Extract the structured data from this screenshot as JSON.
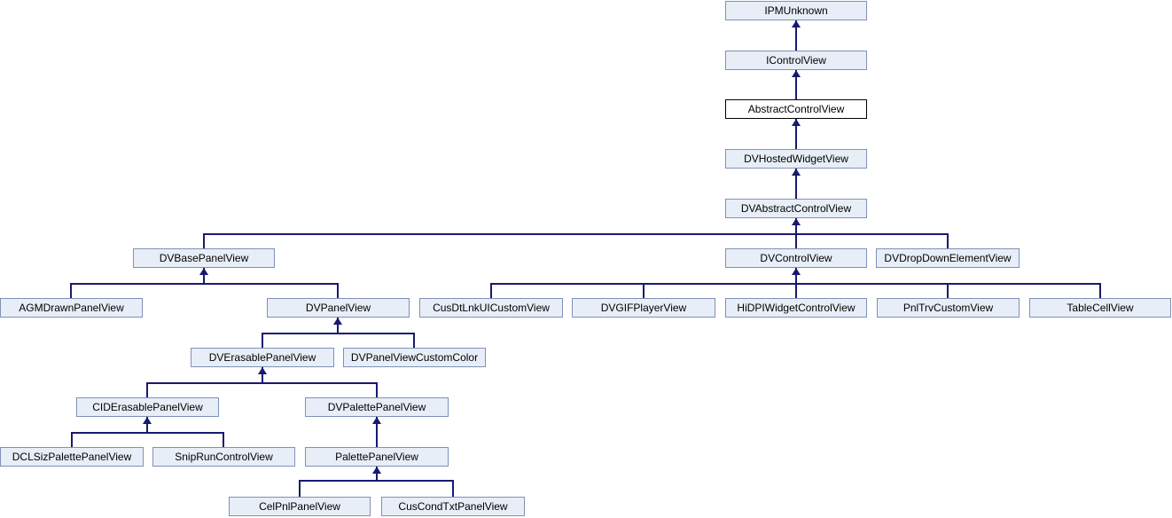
{
  "diagram": {
    "title": "Class inheritance diagram",
    "current_node": "AbstractControlView",
    "colors": {
      "background": "#ffffff",
      "node_fill": "#e8eef7",
      "node_border": "#8090b8",
      "current_node_fill": "#ffffff",
      "current_node_border": "#000000",
      "edge": "#191970",
      "text": "#000000"
    },
    "nodes": {
      "IPMUnknown": {
        "label": "IPMUnknown"
      },
      "IControlView": {
        "label": "IControlView"
      },
      "AbstractControlView": {
        "label": "AbstractControlView"
      },
      "DVHostedWidgetView": {
        "label": "DVHostedWidgetView"
      },
      "DVAbstractControlView": {
        "label": "DVAbstractControlView"
      },
      "DVBasePanelView": {
        "label": "DVBasePanelView"
      },
      "DVControlView": {
        "label": "DVControlView"
      },
      "DVDropDownElementView": {
        "label": "DVDropDownElementView"
      },
      "AGMDrawnPanelView": {
        "label": "AGMDrawnPanelView"
      },
      "DVPanelView": {
        "label": "DVPanelView"
      },
      "CusDtLnkUICustomView": {
        "label": "CusDtLnkUICustomView"
      },
      "DVGIFPlayerView": {
        "label": "DVGIFPlayerView"
      },
      "HiDPIWidgetControlView": {
        "label": "HiDPIWidgetControlView"
      },
      "PnlTrvCustomView": {
        "label": "PnlTrvCustomView"
      },
      "TableCellView": {
        "label": "TableCellView"
      },
      "DVErasablePanelView": {
        "label": "DVErasablePanelView"
      },
      "DVPanelViewCustomColor": {
        "label": "DVPanelViewCustomColor"
      },
      "CIDErasablePanelView": {
        "label": "CIDErasablePanelView"
      },
      "DVPalettePanelView": {
        "label": "DVPalettePanelView"
      },
      "DCLSizPalettePanelView": {
        "label": "DCLSizPalettePanelView"
      },
      "SnipRunControlView": {
        "label": "SnipRunControlView"
      },
      "PalettePanelView": {
        "label": "PalettePanelView"
      },
      "CelPnlPanelView": {
        "label": "CelPnlPanelView"
      },
      "CusCondTxtPanelView": {
        "label": "CusCondTxtPanelView"
      }
    },
    "edges": [
      {
        "child": "IControlView",
        "parent": "IPMUnknown"
      },
      {
        "child": "AbstractControlView",
        "parent": "IControlView"
      },
      {
        "child": "DVHostedWidgetView",
        "parent": "AbstractControlView"
      },
      {
        "child": "DVAbstractControlView",
        "parent": "DVHostedWidgetView"
      },
      {
        "child": "DVBasePanelView",
        "parent": "DVAbstractControlView"
      },
      {
        "child": "DVControlView",
        "parent": "DVAbstractControlView"
      },
      {
        "child": "DVDropDownElementView",
        "parent": "DVAbstractControlView"
      },
      {
        "child": "AGMDrawnPanelView",
        "parent": "DVBasePanelView"
      },
      {
        "child": "DVPanelView",
        "parent": "DVBasePanelView"
      },
      {
        "child": "CusDtLnkUICustomView",
        "parent": "DVControlView"
      },
      {
        "child": "DVGIFPlayerView",
        "parent": "DVControlView"
      },
      {
        "child": "HiDPIWidgetControlView",
        "parent": "DVControlView"
      },
      {
        "child": "PnlTrvCustomView",
        "parent": "DVControlView"
      },
      {
        "child": "TableCellView",
        "parent": "DVControlView"
      },
      {
        "child": "DVErasablePanelView",
        "parent": "DVPanelView"
      },
      {
        "child": "DVPanelViewCustomColor",
        "parent": "DVPanelView"
      },
      {
        "child": "CIDErasablePanelView",
        "parent": "DVErasablePanelView"
      },
      {
        "child": "DVPalettePanelView",
        "parent": "DVErasablePanelView"
      },
      {
        "child": "DCLSizPalettePanelView",
        "parent": "CIDErasablePanelView"
      },
      {
        "child": "SnipRunControlView",
        "parent": "CIDErasablePanelView"
      },
      {
        "child": "PalettePanelView",
        "parent": "DVPalettePanelView"
      },
      {
        "child": "CelPnlPanelView",
        "parent": "PalettePanelView"
      },
      {
        "child": "CusCondTxtPanelView",
        "parent": "PalettePanelView"
      }
    ]
  }
}
